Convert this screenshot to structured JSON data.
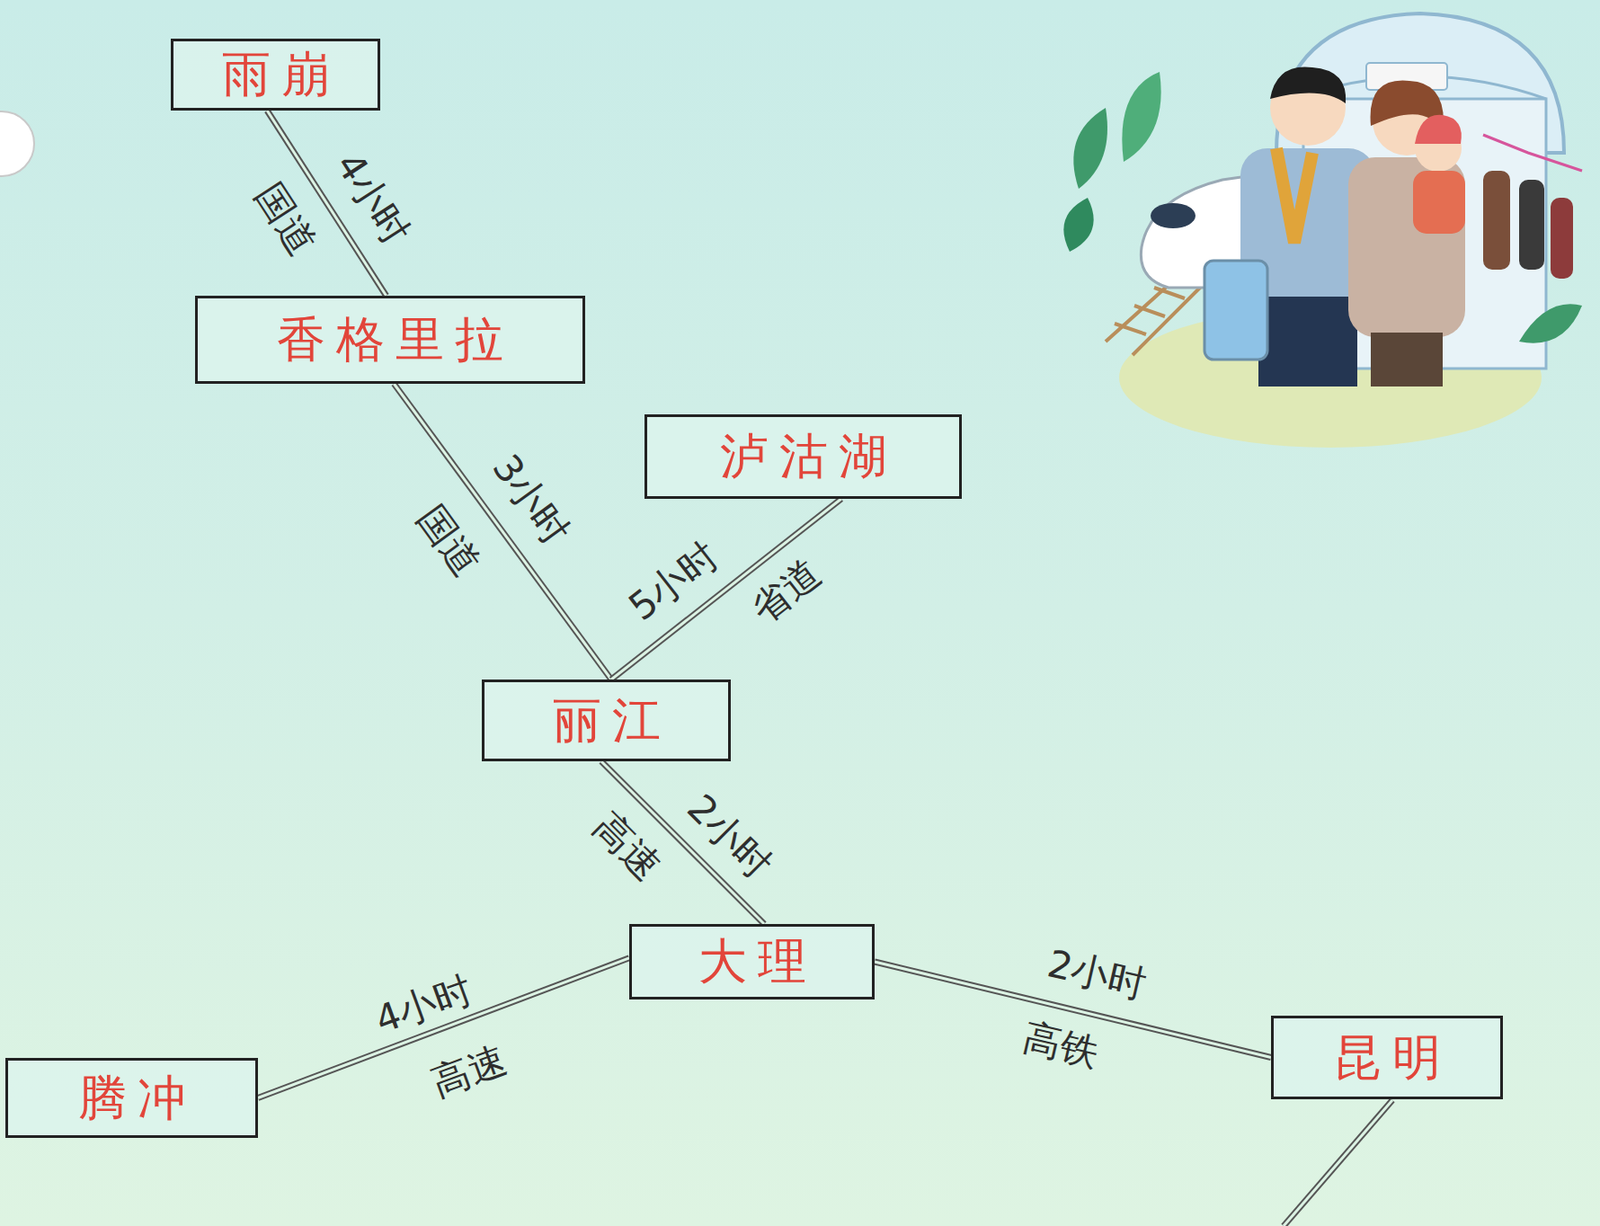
{
  "diagram": {
    "nodes": [
      {
        "text": [
          "雨崩"
        ]
      },
      {
        "text": [
          "香格里拉"
        ]
      },
      {
        "text": [
          "泸沽湖"
        ]
      },
      {
        "text": [
          "丽江"
        ]
      },
      {
        "text": [
          "大理"
        ]
      },
      {
        "text": [
          "腾冲"
        ]
      },
      {
        "text": [
          "昆明"
        ]
      }
    ],
    "edges": [
      {
        "from": 0,
        "to": 1,
        "arrow": "none",
        "label": "4小时"
      },
      {
        "from": 1,
        "to": 3,
        "arrow": "none",
        "label": "3小时"
      },
      {
        "from": 2,
        "to": 3,
        "arrow": "none",
        "label": "5小时"
      },
      {
        "from": 3,
        "to": 4,
        "arrow": "none",
        "label": "2小时"
      },
      {
        "from": 4,
        "to": 5,
        "arrow": "none",
        "label": "4小时"
      },
      {
        "from": 4,
        "to": 6,
        "arrow": "none",
        "label": "2小时"
      }
    ],
    "labels": [
      "国道",
      "国道",
      "省道",
      "高速",
      "高速",
      "高铁"
    ]
  }
}
